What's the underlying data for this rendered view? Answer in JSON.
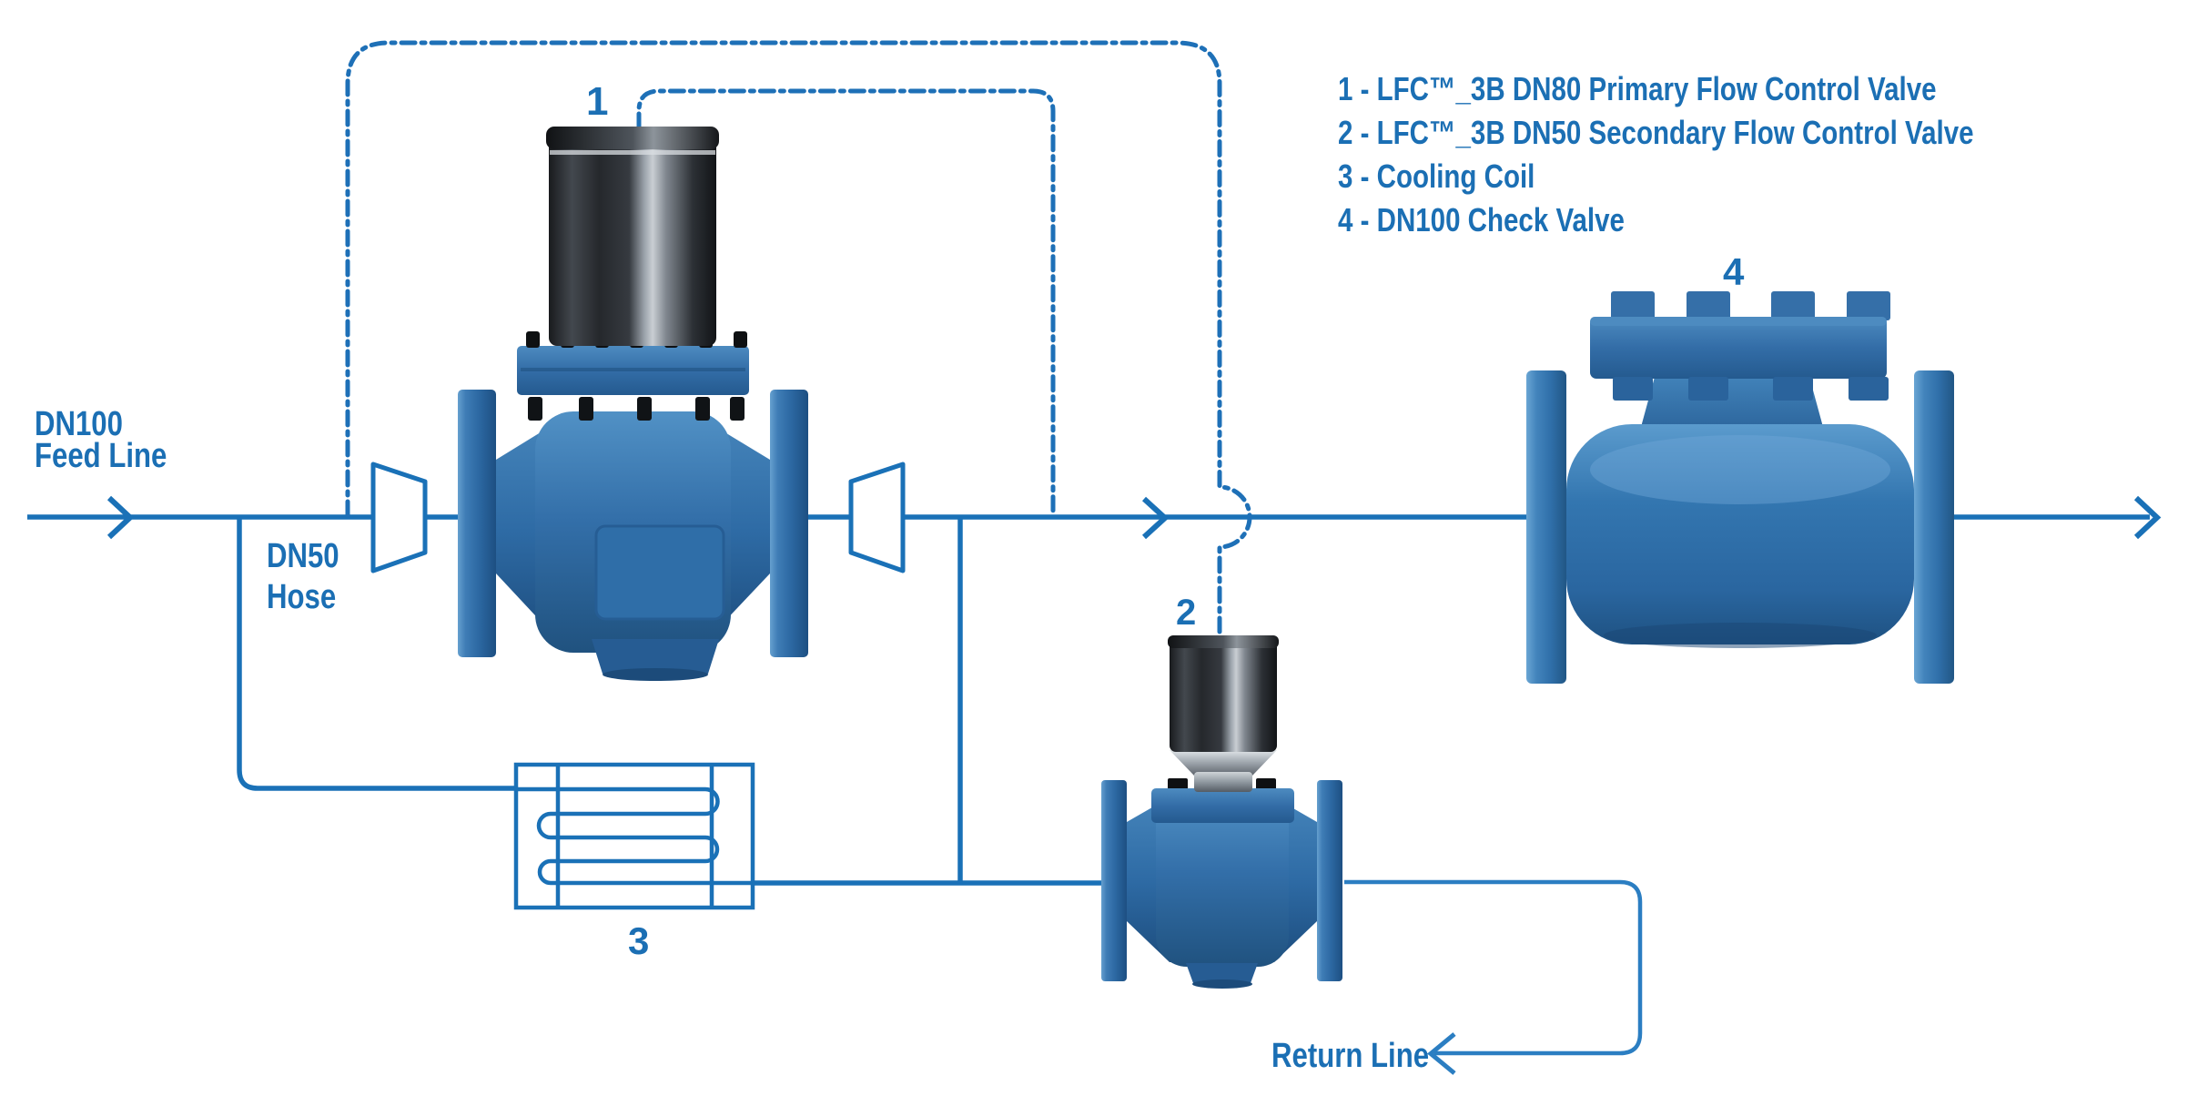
{
  "labels": {
    "feed_line_1": "DN100",
    "feed_line_2": "Feed Line",
    "hose_1": "DN50",
    "hose_2": "Hose",
    "return_line": "Return Line"
  },
  "numbers": {
    "n1": "1",
    "n2": "2",
    "n3": "3",
    "n4": "4"
  },
  "legend": {
    "items": [
      "1 - LFC™_3B DN80 Primary Flow Control Valve",
      "2 - LFC™_3B DN50 Secondary Flow Control Valve",
      "3 - Cooling Coil",
      "4 - DN100 Check Valve"
    ]
  },
  "colors": {
    "line_blue": "#1a71b7",
    "dash_blue": "#1e70b7",
    "text_blue": "#1b6fb4",
    "return_blue": "#2b7ec2",
    "valve_blue": "#2e6ba5",
    "valve_blue_dark": "#1d4d7e",
    "check_valve_blue": "#3174ae",
    "actuator_dark": "#1d2024",
    "actuator_metal": "#aeb5bc"
  }
}
